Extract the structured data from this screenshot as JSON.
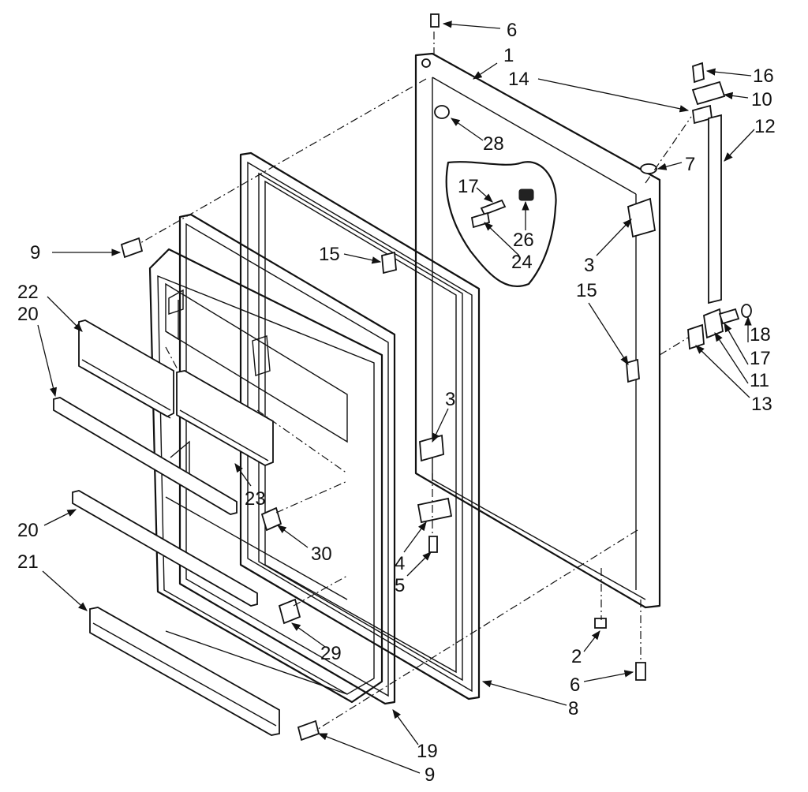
{
  "callouts": [
    {
      "text": "6"
    },
    {
      "text": "1"
    },
    {
      "text": "14"
    },
    {
      "text": "16"
    },
    {
      "text": "10"
    },
    {
      "text": "12"
    },
    {
      "text": "28"
    },
    {
      "text": "7"
    },
    {
      "text": "17"
    },
    {
      "text": "26"
    },
    {
      "text": "24"
    },
    {
      "text": "9"
    },
    {
      "text": "15"
    },
    {
      "text": "3"
    },
    {
      "text": "15"
    },
    {
      "text": "22"
    },
    {
      "text": "20"
    },
    {
      "text": "18"
    },
    {
      "text": "17"
    },
    {
      "text": "11"
    },
    {
      "text": "13"
    },
    {
      "text": "3"
    },
    {
      "text": "23"
    },
    {
      "text": "20"
    },
    {
      "text": "30"
    },
    {
      "text": "4"
    },
    {
      "text": "5"
    },
    {
      "text": "21"
    },
    {
      "text": "29"
    },
    {
      "text": "2"
    },
    {
      "text": "6"
    },
    {
      "text": "8"
    },
    {
      "text": "19"
    },
    {
      "text": "9"
    }
  ]
}
